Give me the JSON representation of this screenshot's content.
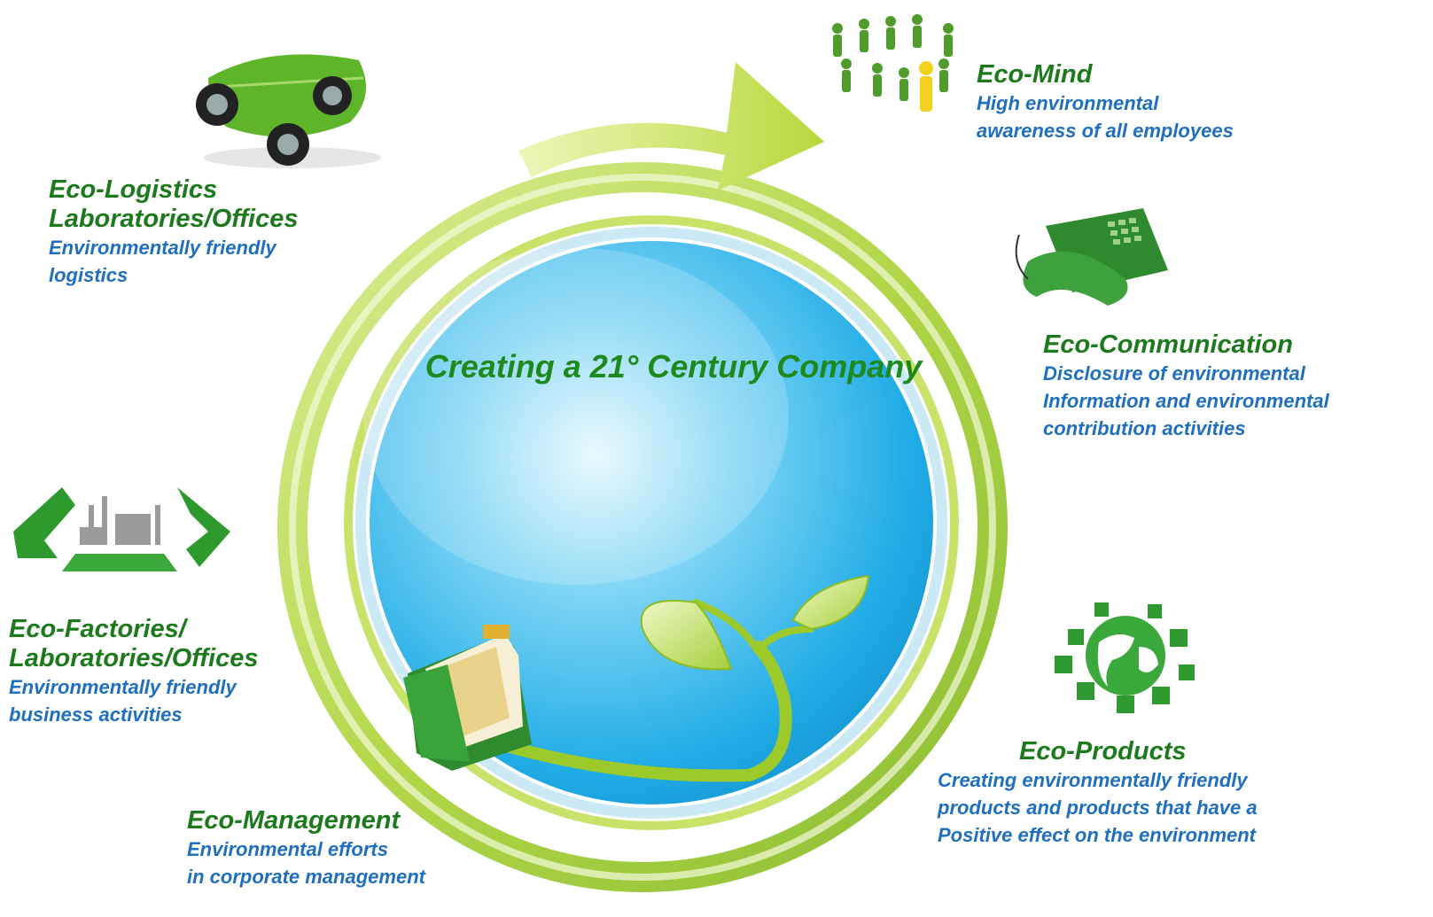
{
  "center": {
    "title": "Creating a 21° Century Company"
  },
  "items": [
    {
      "key": "logistics",
      "title": [
        "Eco-Logistics",
        "Laboratories/Offices"
      ],
      "desc": [
        "Environmentally friendly",
        "logistics"
      ]
    },
    {
      "key": "mind",
      "title": [
        "Eco-Mind"
      ],
      "desc": [
        "High environmental",
        "awareness of all employees"
      ]
    },
    {
      "key": "communication",
      "title": [
        "Eco-Communication"
      ],
      "desc": [
        "Disclosure of environmental",
        "Information and environmental",
        "contribution activities"
      ]
    },
    {
      "key": "factories",
      "title": [
        "Eco-Factories/",
        "Laboratories/Offices"
      ],
      "desc": [
        "Environmentally friendly",
        "business activities"
      ]
    },
    {
      "key": "products",
      "title": [
        "Eco-Products"
      ],
      "desc": [
        "Creating environmentally friendly",
        "products and products that have a",
        "Positive effect on the environment"
      ]
    },
    {
      "key": "management",
      "title": [
        "Eco-Management"
      ],
      "desc": [
        "Environmental efforts",
        "in corporate management"
      ]
    }
  ],
  "icons": {
    "logistics": "leaf-car-icon",
    "mind": "people-group-icon",
    "communication": "telephone-icon",
    "factories": "recycle-factory-icon",
    "products": "globe-boxes-icon",
    "management": "folder-icon",
    "center": "sprout-icon"
  },
  "colors": {
    "title_green": "#1c7a1c",
    "desc_blue": "#1f6fc0",
    "ring_green": "#a4cf2c",
    "sphere_blue": "#29b6ea"
  }
}
